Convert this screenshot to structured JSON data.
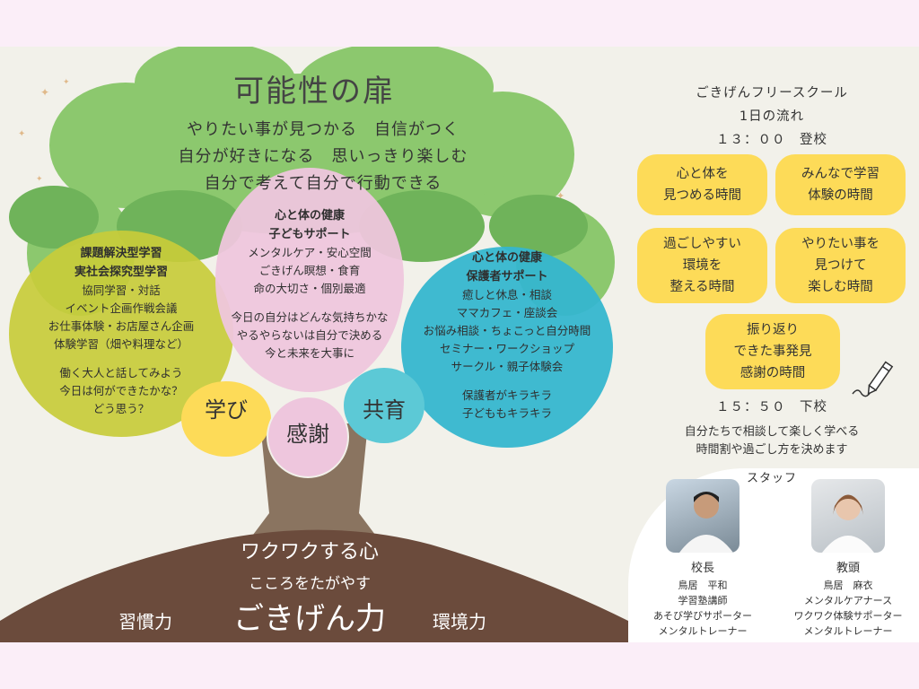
{
  "tree": {
    "title": "可能性の扉",
    "subtitle_lines": [
      "やりたい事が見つかる　自信がつく",
      "自分が好きになる　思いっきり楽しむ",
      "自分で考えて自分で行動できる"
    ],
    "left_blob": {
      "heading": [
        "課題解決型学習",
        "実社会探究型学習"
      ],
      "lines": [
        "協同学習・対話",
        "イベント企画作戦会議",
        "お仕事体験・お店屋さん企画",
        "体験学習（畑や料理など）"
      ],
      "extra": [
        "働く大人と話してみよう",
        "今日は何ができたかな？",
        "どう思う？"
      ]
    },
    "center_blob": {
      "heading": [
        "心と体の健康",
        "子どもサポート"
      ],
      "lines": [
        "メンタルケア・安心空間",
        "ごきげん瞑想・食育",
        "命の大切さ・個別最適"
      ],
      "extra": [
        "今日の自分はどんな気持ちかな",
        "やるやらないは自分で決める",
        "今と未来を大事に"
      ]
    },
    "right_blob": {
      "heading": [
        "心と体の健康",
        "保護者サポート"
      ],
      "lines": [
        "癒しと休息・相談",
        "ママカフェ・座談会",
        "お悩み相談・ちょこっと自分時間",
        "セミナー・ワークショップ",
        "サークル・親子体験会"
      ],
      "extra": [
        "保護者がキラキラ",
        "子どももキラキラ"
      ]
    },
    "bubbles": {
      "manabi": "学び",
      "kansha": "感謝",
      "kyoiku": "共育"
    },
    "ground": {
      "line1": "ワクワクする心",
      "line2": "こころをたがやす",
      "main": "ごきげん力",
      "left": "習慣力",
      "right": "環境力"
    }
  },
  "schedule": {
    "school_name": "ごきげんフリースクール",
    "flow_title": "1日の流れ",
    "start": "１３：００　登校",
    "boxes": [
      [
        "心と体を",
        "見つめる時間"
      ],
      [
        "みんなで学習",
        "体験の時間"
      ],
      [
        "過ごしやすい",
        "環境を",
        "整える時間"
      ],
      [
        "やりたい事を",
        "見つけて",
        "楽しむ時間"
      ],
      [
        "振り返り",
        "できた事発見",
        "感謝の時間"
      ]
    ],
    "end": "１５：５０　下校",
    "note_lines": [
      "自分たちで相談して楽しく学べる",
      "時間割や過ごし方を決めます"
    ]
  },
  "staff": {
    "heading": "スタッフ",
    "members": [
      {
        "role": "校長",
        "name": "鳥居　平和",
        "titles": [
          "学習塾講師",
          "あそび学びサポーター",
          "メンタルトレーナー"
        ]
      },
      {
        "role": "教頭",
        "name": "鳥居　麻衣",
        "titles": [
          "メンタルケアナース",
          "ワクワク体験サポーター",
          "メンタルトレーナー"
        ]
      }
    ]
  },
  "colors": {
    "leaf_light": "#8cc86e",
    "leaf_dark": "#6fb35a",
    "left_blob": "#c8cc3a",
    "center_blob": "#eec6dd",
    "right_blob": "#35b6cf",
    "yellow": "#fddb58",
    "soil": "#6b4b3c",
    "trunk": "#8a7460"
  }
}
